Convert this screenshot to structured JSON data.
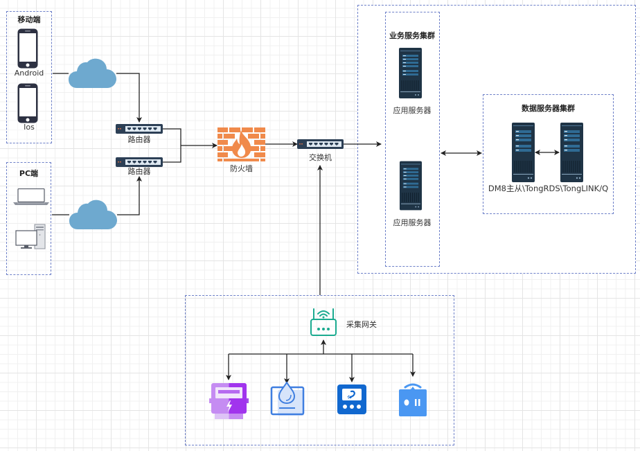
{
  "groups": {
    "mobile": {
      "title": "移动端",
      "items": [
        "Android",
        "Ios"
      ]
    },
    "pc": {
      "title": "PC端"
    },
    "business_cluster": {
      "title": "业务服务集群",
      "servers": [
        "应用服务器",
        "应用服务器"
      ]
    },
    "data_cluster": {
      "title": "数据服务器集群",
      "caption": "DM8主从\\TongRDS\\TongLINK/Q"
    },
    "gateway_area": {
      "gateway_label": "采集网关"
    }
  },
  "nodes": {
    "router_top": "路由器",
    "router_bottom": "路由器",
    "firewall": "防火墙",
    "switch": "交换机"
  },
  "devices": [
    "electric-meter",
    "water-meter",
    "gas-meter",
    "sensor-device"
  ],
  "colors": {
    "group_border": "#6c7fc8",
    "cloud": "#6ea9cf",
    "firewall": "#f08a4b",
    "server": "#1f3446",
    "gateway": "#1aaa8f",
    "electric_meter": "#a34de8",
    "water_meter": "#3e7ee0",
    "gas_meter": "#1168cf",
    "sensor": "#4a97f2"
  }
}
